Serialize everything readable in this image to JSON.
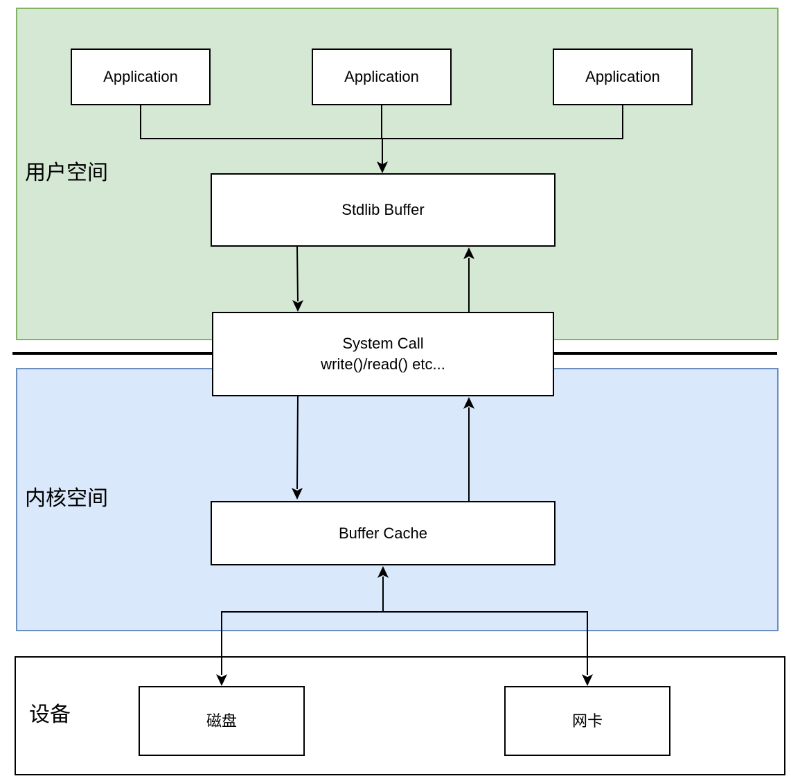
{
  "regions": {
    "user": {
      "label": "用户空间"
    },
    "kernel": {
      "label": "内核空间"
    },
    "device": {
      "label": "设备"
    }
  },
  "nodes": {
    "app1": "Application",
    "app2": "Application",
    "app3": "Application",
    "stdlib_buffer": "Stdlib Buffer",
    "system_call_line1": "System Call",
    "system_call_line2": "write()/read() etc...",
    "buffer_cache": "Buffer Cache",
    "disk": "磁盘",
    "nic": "网卡"
  },
  "colors": {
    "user_fill": "#d5e8d4",
    "user_stroke": "#82b366",
    "kernel_fill": "#dae8fc",
    "kernel_stroke": "#6c8ebf",
    "line": "#000000"
  }
}
